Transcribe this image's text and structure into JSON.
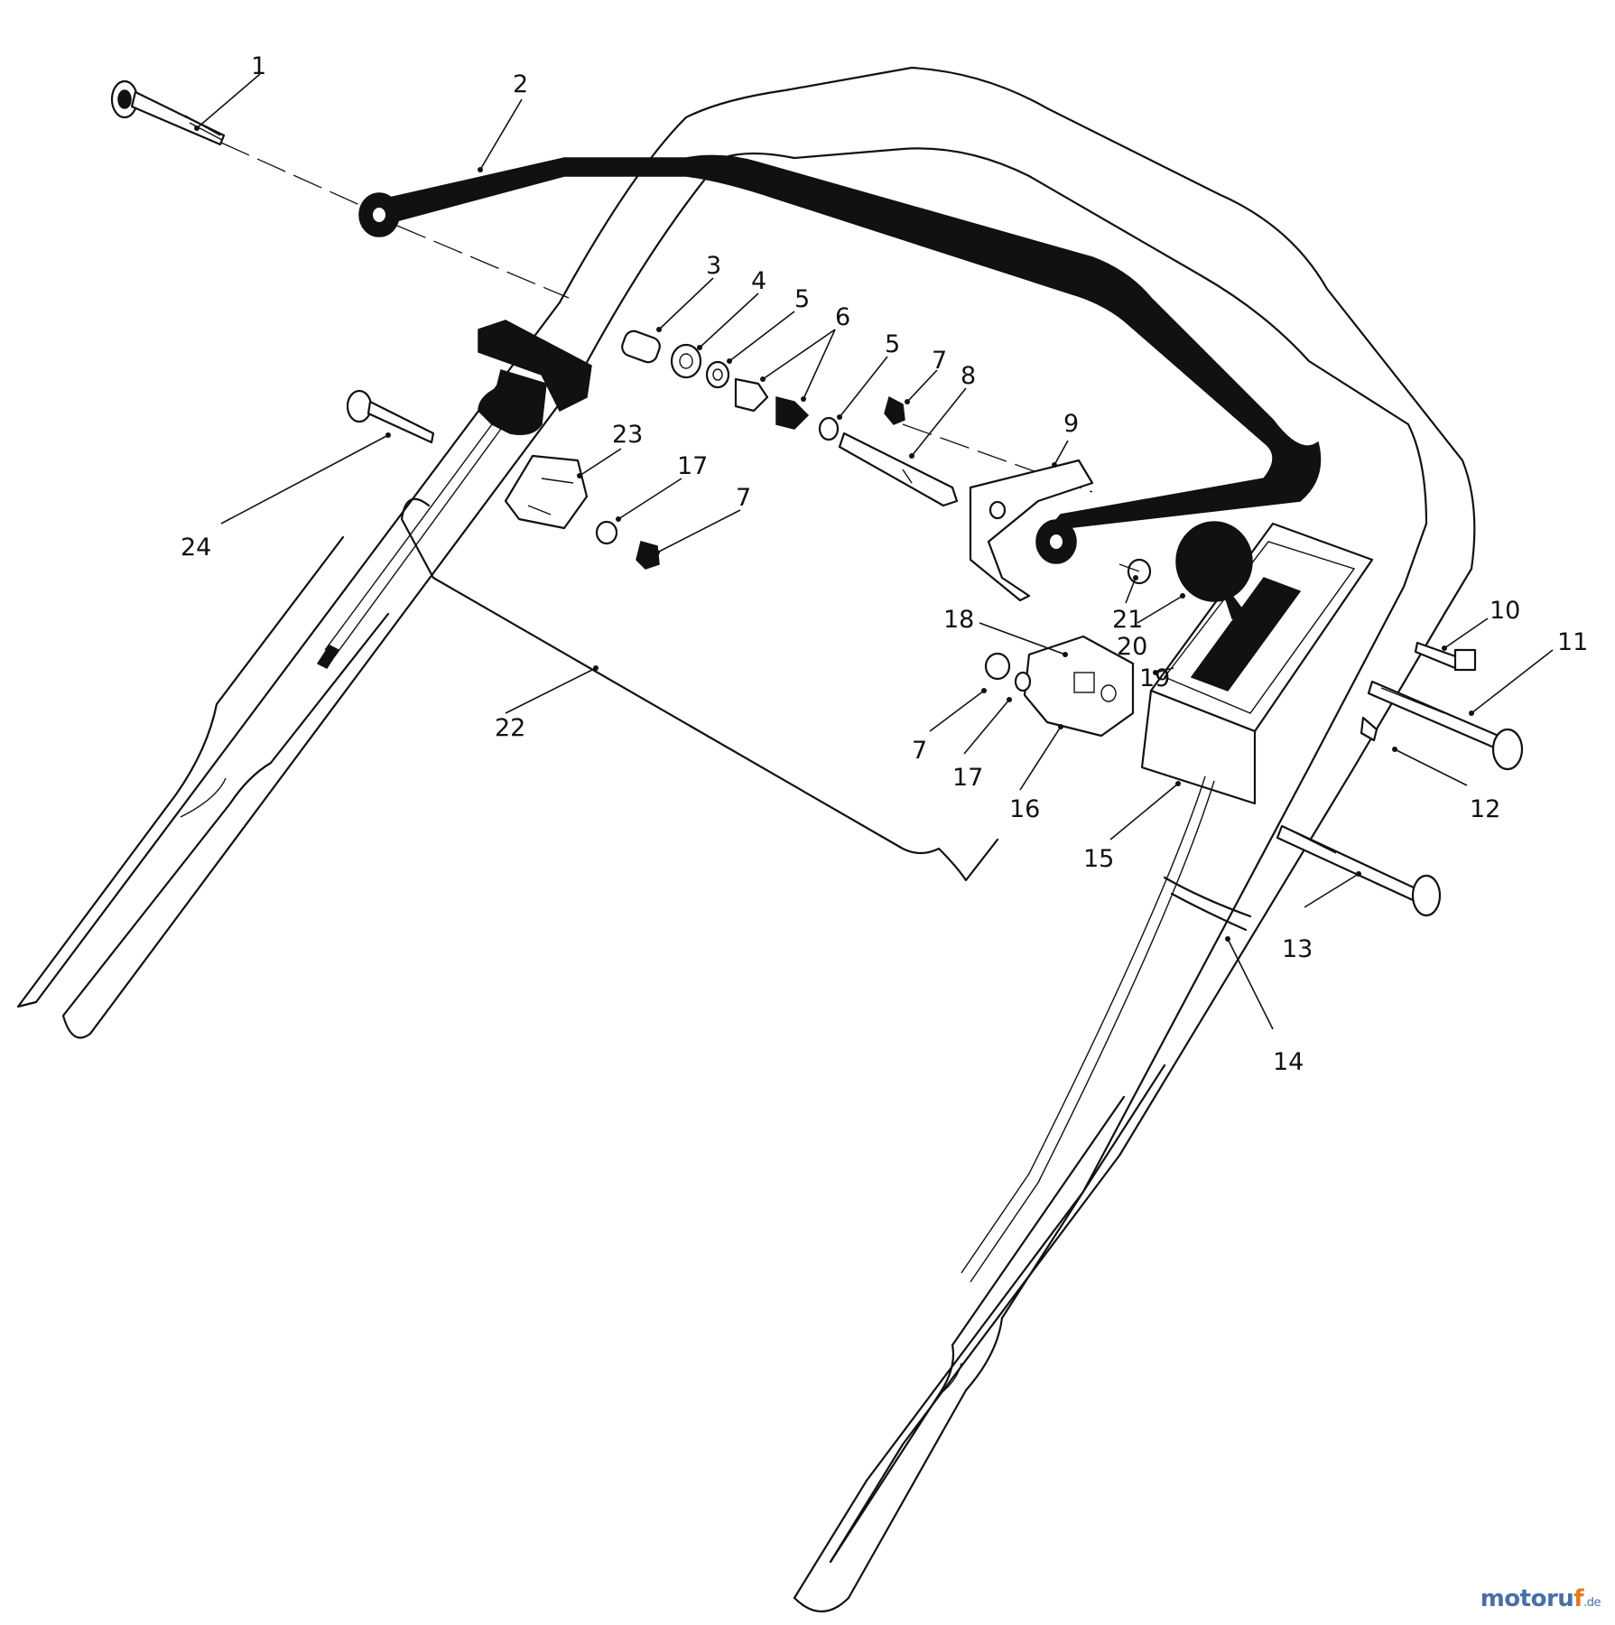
{
  "diagram": {
    "subject": "lawn mower handle assembly exploded parts view",
    "callouts": [
      "1",
      "2",
      "3",
      "4",
      "5",
      "6",
      "5",
      "7",
      "8",
      "9",
      "23",
      "17",
      "7",
      "24",
      "18",
      "21",
      "20",
      "10",
      "11",
      "19",
      "12",
      "22",
      "7",
      "17",
      "16",
      "15",
      "13",
      "14"
    ]
  },
  "watermark": {
    "main": "motoru",
    "accent": "f",
    "tld": ".de"
  },
  "colors": {
    "ink": "#111111",
    "paper": "#ffffff",
    "watermark_blue": "#4a6fa8",
    "watermark_orange": "#e07b1f"
  }
}
